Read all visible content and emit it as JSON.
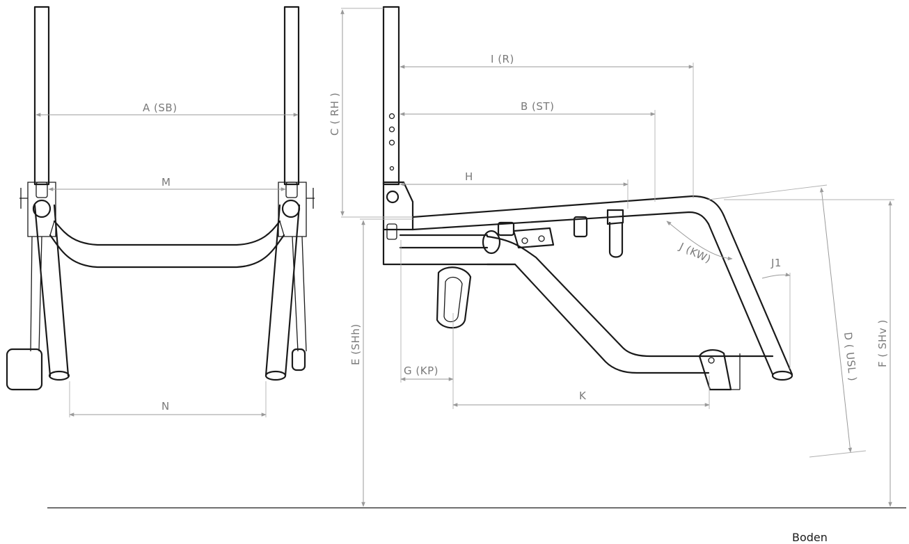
{
  "labels": {
    "A": "A (SB)",
    "M": "M",
    "N": "N",
    "C": "C ( RH )",
    "I": "I (R)",
    "B": "B (ST)",
    "H": "H",
    "J": "J (KW)",
    "J1": "J1",
    "E": "E (SHh)",
    "G": "G (KP)",
    "K": "K",
    "D": "D ( USL )",
    "F": "F ( SHv )"
  },
  "ground_label": "Boden"
}
